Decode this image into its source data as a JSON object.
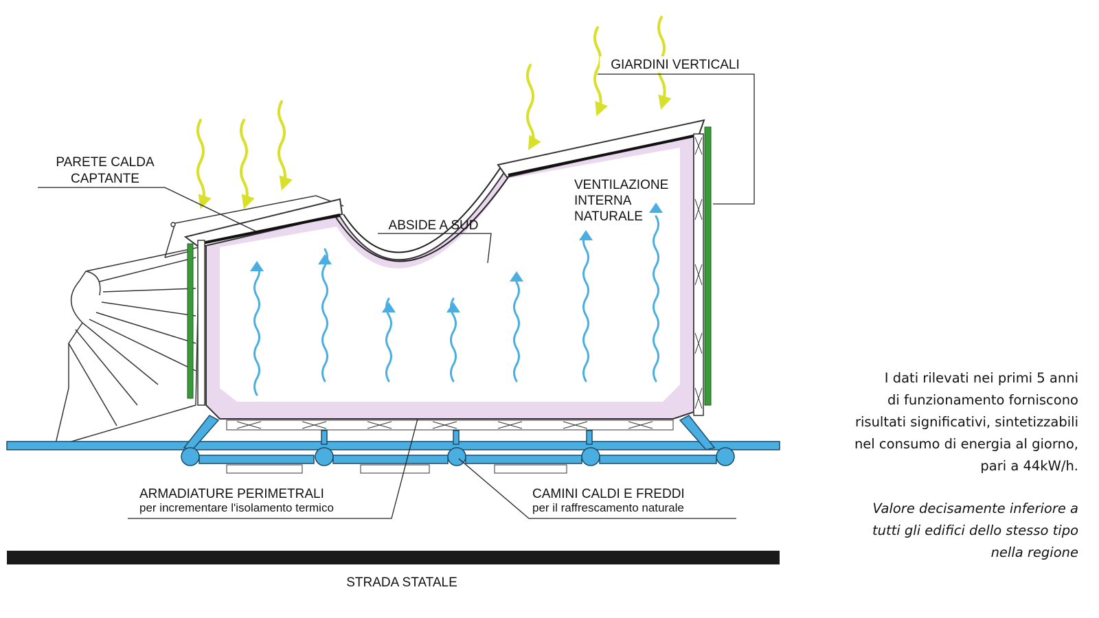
{
  "labels": {
    "parete_line1": "PARETE CALDA",
    "parete_line2": "CAPTANTE",
    "giardini": "GIARDINI VERTICALI",
    "abside": "ABSIDE A SUD",
    "ventilazione_line1": "VENTILAZIONE",
    "ventilazione_line2": "INTERNA",
    "ventilazione_line3": "NATURALE",
    "armadiature_title": "ARMADIATURE PERIMETRALI",
    "armadiature_sub": "per incrementare l'isolamento termico",
    "camini_title": "CAMINI CALDI E FREDDI",
    "camini_sub": "per il raffrescamento naturale",
    "strada": "STRADA STATALE"
  },
  "side_text": {
    "paragraph_lines": [
      "I dati rilevati nei primi 5 anni",
      "di funzionamento forniscono",
      "risultati significativi, sintetizzabili",
      "nel consumo di energia al giorno,",
      "pari a 44kW/h."
    ],
    "note_lines": [
      "Valore decisamente inferiore a",
      "tutti gli edifici dello stesso tipo",
      "nella regione"
    ]
  },
  "colors": {
    "sun_arrow": "#d8e02a",
    "air_arrow": "#4aaee0",
    "interior": "#ead8ef",
    "pipe": "#4aaee0",
    "green_wall": "#3a9a3a",
    "road": "#1a1a1a"
  },
  "icons": {
    "sun_ray": "wavy-down-arrow-icon",
    "air_flow": "wavy-up-arrow-icon"
  }
}
